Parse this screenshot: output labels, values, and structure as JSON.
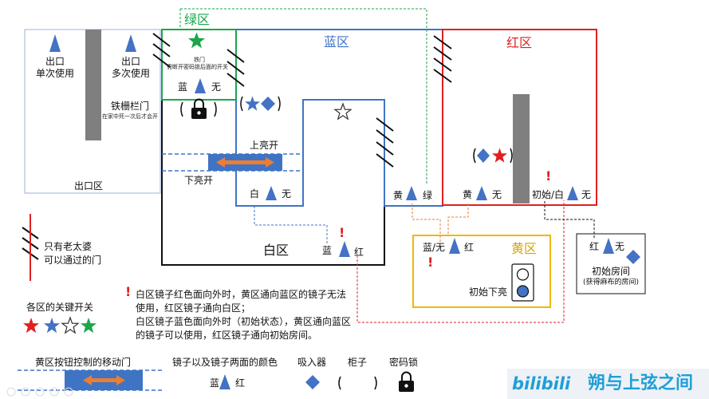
{
  "zones": {
    "green": {
      "name": "绿区",
      "color": "#1aa64a"
    },
    "blue": {
      "name": "蓝区",
      "color": "#3f74c4"
    },
    "red": {
      "name": "红区",
      "color": "#e02020"
    },
    "white": {
      "name": "白区",
      "color": "#111111"
    },
    "yellow": {
      "name": "黄区",
      "color": "#f2b705"
    },
    "exit": {
      "name": "出口区",
      "color": "#9bb3d9"
    }
  },
  "exit_area": {
    "exit_single": "出口\n单次使用",
    "exit_multi": "出口\n多次使用",
    "gate_label": "铁栅栏门",
    "gate_note": "在家中死一次后才会开"
  },
  "green_area": {
    "door_label": "铁门",
    "door_note": "需断开密码锁后面的开关",
    "mirror_left": "蓝",
    "mirror_right": "无"
  },
  "blue_area": {
    "up_open": "上亮开",
    "down_open": "下亮开",
    "mirror_bottom_left": "白",
    "mirror_bottom_right": "无",
    "mirror_right_left": "黄",
    "mirror_right_right": "绿"
  },
  "white_area": {
    "mirror_left": "蓝",
    "mirror_right": "红"
  },
  "red_area": {
    "mirror_a_left": "黄",
    "mirror_a_right": "无",
    "mirror_b_left": "初始/白",
    "mirror_b_right": "无"
  },
  "yellow_area": {
    "mirror_left": "蓝/无",
    "mirror_right": "红",
    "initial": "初始下亮"
  },
  "start_room": {
    "mirror_left": "红",
    "mirror_right": "无",
    "title": "初始房间",
    "subtitle": "(获得麻布的房间)"
  },
  "legend": {
    "granny_door": "只有老太婆\n可以通过的门",
    "key_switches": "各区的关键开关",
    "moving_door": "黄区按钮控制的移动门",
    "mirror_colors": "镜子以及镜子两面的颜色",
    "mirror_sample_left": "蓝",
    "mirror_sample_right": "红",
    "absorber": "吸入器",
    "cabinet": "柜子",
    "lock": "密码锁"
  },
  "notes": {
    "mark": "!",
    "text": "白区镜子红色面向外时，黄区通向蓝区的镜子无法使用，红区镜子通向白区；\n白区镜子蓝色面向外时（初始状态），黄区通向蓝区的镜子可以使用，红区镜子通向初始房间。"
  },
  "watermark": {
    "logo": "bilibili",
    "text": "朔与上弦之间"
  }
}
